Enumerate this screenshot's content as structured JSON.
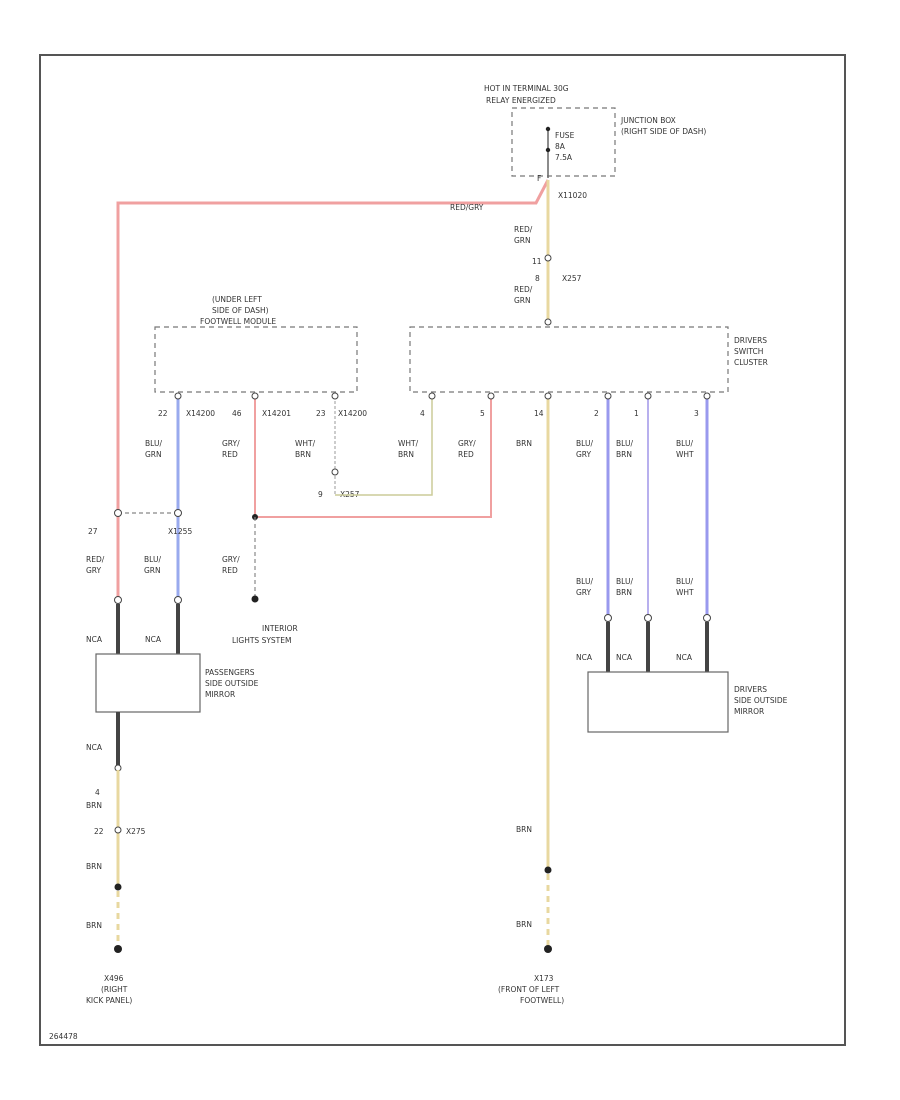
{
  "colors": {
    "red": "#f0a0a0",
    "blue": "#99aaee",
    "violet": "#9999ee",
    "lavender": "#b8b0ee",
    "yellow": "#e8d8a0",
    "wire_thin": "#cccc99"
  },
  "labels": {
    "hot": "HOT IN TERMINAL 30G",
    "relay": "RELAY ENERGIZED",
    "junction_1": "JUNCTION BOX",
    "junction_2": "(RIGHT SIDE OF DASH)",
    "fuse": "FUSE",
    "fuse_no": "8A",
    "fuse_amp": "7.5A",
    "x11020": "X11020",
    "redgrn_a1": "RED/",
    "redgrn_a2": "GRN",
    "x257": "X257",
    "redgrn_b1": "RED/",
    "redgrn_b2": "GRN",
    "red_gry_top": "RED/GRY",
    "pin_f": "F",
    "pin_11": "11",
    "pin_8": "8",
    "footwell_1": "(UNDER LEFT",
    "footwell_2": "SIDE OF DASH)",
    "footwell_3": "FOOTWELL MODULE",
    "dsc_1": "DRIVERS",
    "dsc_2": "SWITCH",
    "dsc_3": "CLUSTER",
    "fm_p22": "22",
    "fm_x14200a": "X14200",
    "fm_p46": "46",
    "fm_x14201": "X14201",
    "fm_p23": "23",
    "fm_x14200b": "X14200",
    "blu_grn_1": "BLU/",
    "blu_grn_2": "GRN",
    "gry_red_1": "GRY/",
    "gry_red_2": "RED",
    "wht_brn_1": "WHT/",
    "wht_brn_2": "BRN",
    "pin_4": "4",
    "wht_brn_c1": "WHT/",
    "wht_brn_c2": "BRN",
    "pin_5": "5",
    "gry_red_c1": "GRY/",
    "gry_red_c2": "RED",
    "pin_14": "14",
    "brn_c": "BRN",
    "pin_2": "2",
    "blu_gry_c1": "BLU/",
    "blu_gry_c2": "GRY",
    "pin_1": "1",
    "blu_brn_c1": "BLU/",
    "blu_brn_c2": "BRN",
    "pin_3": "3",
    "blu_wht_c1": "BLU/",
    "blu_wht_c2": "WHT",
    "x257_b": "X257",
    "pin_9": "9",
    "pin_27": "27",
    "x1255": "X1255",
    "red_gry_l1": "RED/",
    "red_gry_l2": "GRY",
    "blu_grn_l1": "BLU/",
    "blu_grn_l2": "GRN",
    "gry_red_l1": "GRY/",
    "gry_red_l2": "RED",
    "interior_1": "INTERIOR",
    "interior_2": "LIGHTS SYSTEM",
    "nca_1": "NCA",
    "nca_2": "NCA",
    "psm_1": "PASSENGERS",
    "psm_2": "SIDE OUTSIDE",
    "psm_3": "MIRROR",
    "blu_gry_r1": "BLU/",
    "blu_gry_r2": "GRY",
    "blu_brn_r1": "BLU/",
    "blu_brn_r2": "BRN",
    "blu_wht_r1": "BLU/",
    "blu_wht_r2": "WHT",
    "nca_r1": "NCA",
    "nca_r2": "NCA",
    "nca_r3": "NCA",
    "dsm_1": "DRIVERS",
    "dsm_2": "SIDE OUTSIDE",
    "dsm_3": "MIRROR",
    "nca_3": "NCA",
    "pin_4b": "4",
    "brn_l1": "BRN",
    "pin_22": "22",
    "x275": "X275",
    "brn_l2": "BRN",
    "brn_l3": "BRN",
    "brn_r1": "BRN",
    "brn_r2": "BRN",
    "g_left_1": "X496",
    "g_left_2": "(RIGHT",
    "g_left_3": "KICK PANEL)",
    "g_right_1": "X173",
    "g_right_2": "(FRONT OF LEFT",
    "g_right_3": "FOOTWELL)",
    "diagram_id": "264478"
  }
}
